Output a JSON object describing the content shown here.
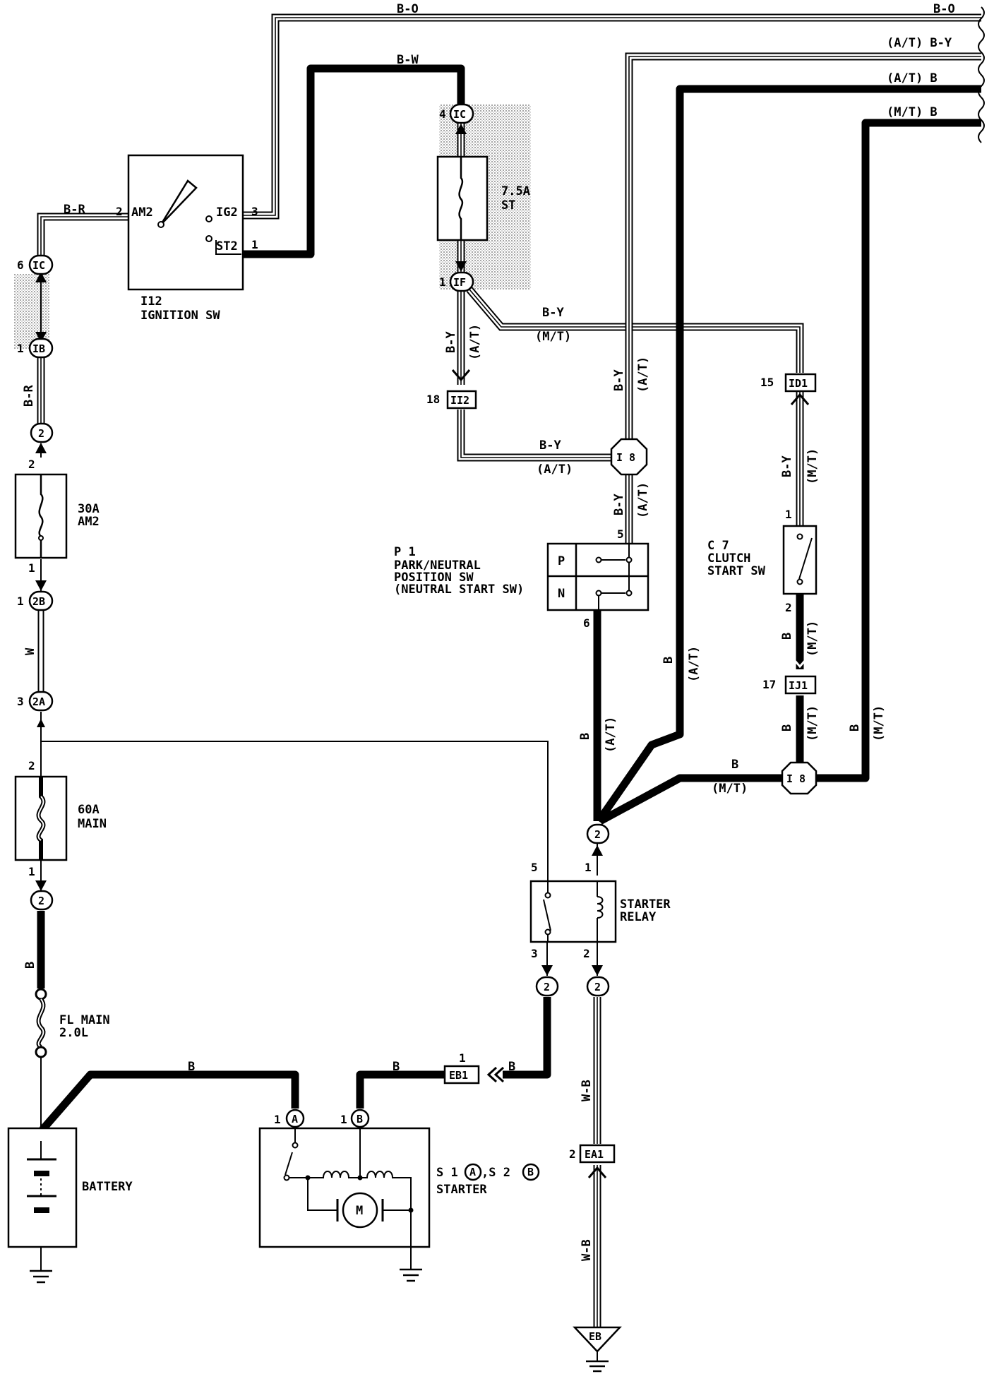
{
  "wires": {
    "bo_top": "B-O",
    "bo_right": "B-O",
    "bw": "B-W",
    "br_top": "B-R",
    "br_vert": "B-R",
    "w": "W",
    "b_main": "B",
    "by_ic": "B-Y",
    "at_ic": "(A/T)",
    "by_mt": "B-Y",
    "mt_mt": "(M/T)",
    "by_i8": "B-Y",
    "at_i8": "(A/T)",
    "by_vert1": "B-Y",
    "at_vert1": "(A/T)",
    "by_vert2": "B-Y",
    "at_vert2": "(A/T)",
    "by_id1": "B-Y",
    "mt_id1": "(M/T)",
    "b_c7": "B",
    "mt_c7": "(M/T)",
    "b_ij1": "B",
    "mt_ij1": "(M/T)",
    "b_at_big": "B",
    "at_big": "(A/T)",
    "b_p1": "B",
    "at_p1": "(A/T)",
    "b_mt_right": "B",
    "mt_right": "(M/T)",
    "b_i8mt": "B",
    "mt_i8mt": "(M/T)",
    "b_batt": "B",
    "b_eb1_left": "B",
    "b_eb1_right": "B",
    "wb_1": "W-B",
    "wb_2": "W-B",
    "right_by": "(A/T) B-Y",
    "right_at_b": "(A/T)  B",
    "right_mt_b": "(M/T)  B"
  },
  "components": {
    "ignition_code": "I12",
    "ignition_name": "IGNITION SW",
    "am2_term": "AM2",
    "ig2_term": "IG2",
    "st2_term": "ST2",
    "fuse_st_rating": "7.5A",
    "fuse_st_name": "ST",
    "fuse_am2_rating": "30A",
    "fuse_am2_name": "AM2",
    "fuse_main_rating": "60A",
    "fuse_main_name": "MAIN",
    "fl_name": "FL MAIN",
    "fl_rating": "2.0L",
    "battery": "BATTERY",
    "p1_code": "P 1",
    "p1_line1": "PARK/NEUTRAL",
    "p1_line2": "POSITION SW",
    "p1_line3": "(NEUTRAL START SW)",
    "p_pos": "P",
    "n_pos": "N",
    "c7_code": "C 7",
    "c7_line1": "CLUTCH",
    "c7_line2": "START SW",
    "relay_line1": "STARTER",
    "relay_line2": "RELAY",
    "starter_s1": "S 1",
    "starter_s2": ",S 2",
    "starter_a": "A",
    "starter_b": "B",
    "starter_name": "STARTER",
    "motor": "M"
  },
  "connectors": {
    "ic_top": "IC",
    "if": "IF",
    "ic_left": "IC",
    "ib": "IB",
    "ii2": "II2",
    "id1": "ID1",
    "ij1": "IJ1",
    "i8_upper": "I 8",
    "i8_lower": "I 8",
    "c2a": "2",
    "c2b": "2",
    "c2c": "2",
    "c2d": "2",
    "c2e": "2",
    "b2b": "2B",
    "b2a": "2A",
    "eb1": "EB1",
    "ea1": "EA1",
    "eb": "EB",
    "ca": "A",
    "cb": "B"
  },
  "pins": {
    "p4": "4",
    "p1_if": "1",
    "p6": "6",
    "p1_ib": "1",
    "p2_am2": "2",
    "p3_ig2": "3",
    "p1_st2": "1",
    "p18": "18",
    "p15": "15",
    "p17": "17",
    "p5_p1": "5",
    "p6_p1": "6",
    "p1_c7": "1",
    "p2_c7": "2",
    "p2_f30": "2",
    "p1_f30": "1",
    "p1_2b": "1",
    "p3_2a": "3",
    "p2_f60": "2",
    "p1_f60": "1",
    "p5_rel": "5",
    "p1_rel": "1",
    "p3_rel": "3",
    "p2_rel": "2",
    "p1_eb1": "1",
    "p2_ea1": "2",
    "p1_a": "1",
    "p1_b": "1"
  }
}
